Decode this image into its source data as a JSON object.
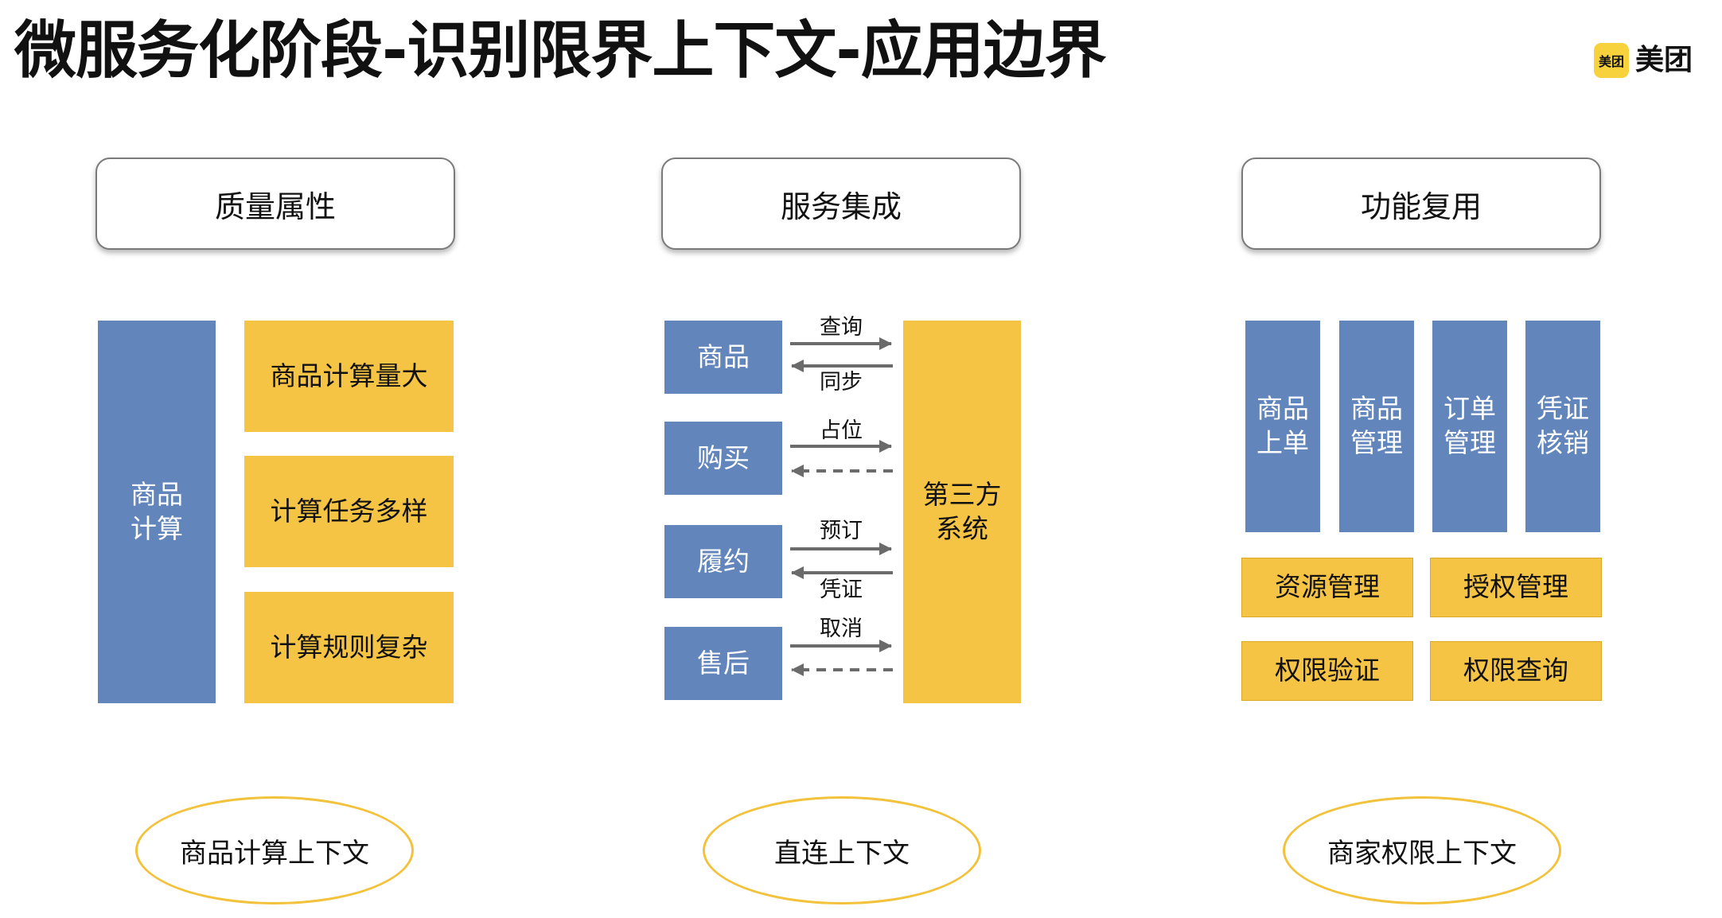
{
  "title": "微服务化阶段-识别限界上下文-应用边界",
  "logo": {
    "badge_text": "美团",
    "text": "美团"
  },
  "colors": {
    "blue": "#6286bb",
    "yellow": "#f5c445",
    "ellipse_border": "#f3c23c",
    "arrow": "#6b6b6b"
  },
  "columns": [
    {
      "header": "质量属性",
      "main_block": "商品\n计算",
      "items": [
        "商品计算量大",
        "计算任务多样",
        "计算规则复杂"
      ],
      "context": "商品计算上下文"
    },
    {
      "header": "服务集成",
      "sources": [
        "商品",
        "购买",
        "履约",
        "售后"
      ],
      "target": "第三方\n系统",
      "arrow_labels": [
        "查询",
        "同步",
        "占位",
        "预订",
        "凭证",
        "取消"
      ],
      "context": "直连上下文"
    },
    {
      "header": "功能复用",
      "functions": [
        "商品\n上单",
        "商品\n管理",
        "订单\n管理",
        "凭证\n核销"
      ],
      "capabilities": [
        "资源管理",
        "授权管理",
        "权限验证",
        "权限查询"
      ],
      "context": "商家权限上下文"
    }
  ]
}
